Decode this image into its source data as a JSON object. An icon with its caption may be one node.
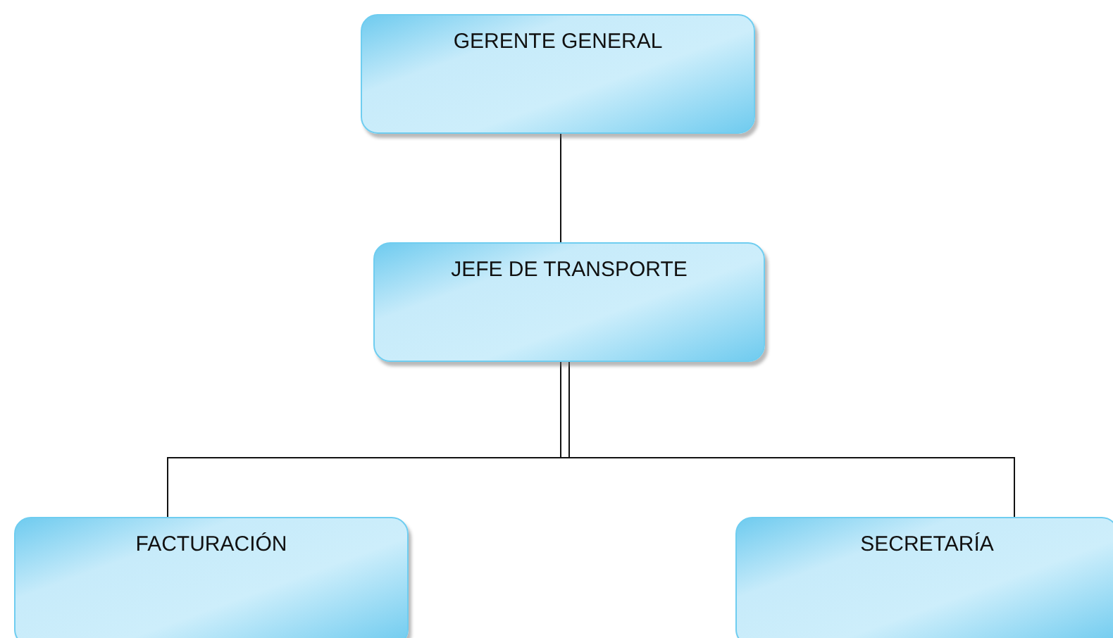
{
  "diagram": {
    "nodes": [
      {
        "text": [
          "GERENTE GENERAL"
        ]
      },
      {
        "text": [
          "JEFE DE TRANSPORTE"
        ]
      },
      {
        "text": [
          "FACTURACIÓN"
        ]
      },
      {
        "text": [
          "SECRETARÍA"
        ]
      }
    ],
    "edges": [
      {
        "from": 0,
        "to": 1,
        "arrow": "none"
      },
      {
        "from": 1,
        "to": 2,
        "arrow": "none"
      },
      {
        "from": 1,
        "to": 3,
        "arrow": "none"
      }
    ]
  }
}
